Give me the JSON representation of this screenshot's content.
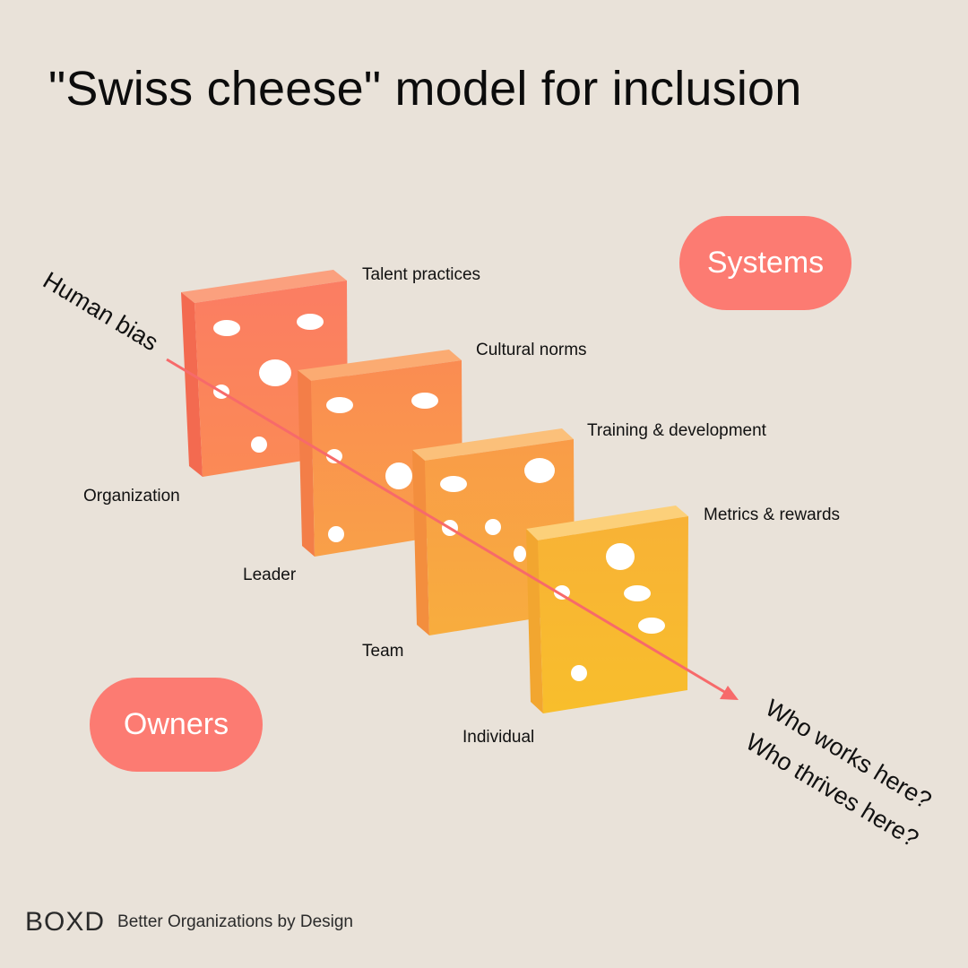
{
  "title": "\"Swiss cheese\" model for inclusion",
  "pills": {
    "systems": "Systems",
    "owners": "Owners"
  },
  "input_label": "Human bias",
  "outcomes": [
    "Who works here?",
    "Who thrives here?"
  ],
  "slices": [
    {
      "system": "Talent practices",
      "owner": "Organization",
      "color": "#fb8163"
    },
    {
      "system": "Cultural norms",
      "owner": "Leader",
      "color": "#fa9050"
    },
    {
      "system": "Training & development",
      "owner": "Team",
      "color": "#f9a545"
    },
    {
      "system": "Metrics & rewards",
      "owner": "Individual",
      "color": "#f8b833"
    }
  ],
  "brand": {
    "logo": "BOXD",
    "tagline": "Better Organizations by Design"
  },
  "colors": {
    "background": "#e9e2d9",
    "pill": "#fc7b72",
    "arrow": "#f76a6a"
  }
}
